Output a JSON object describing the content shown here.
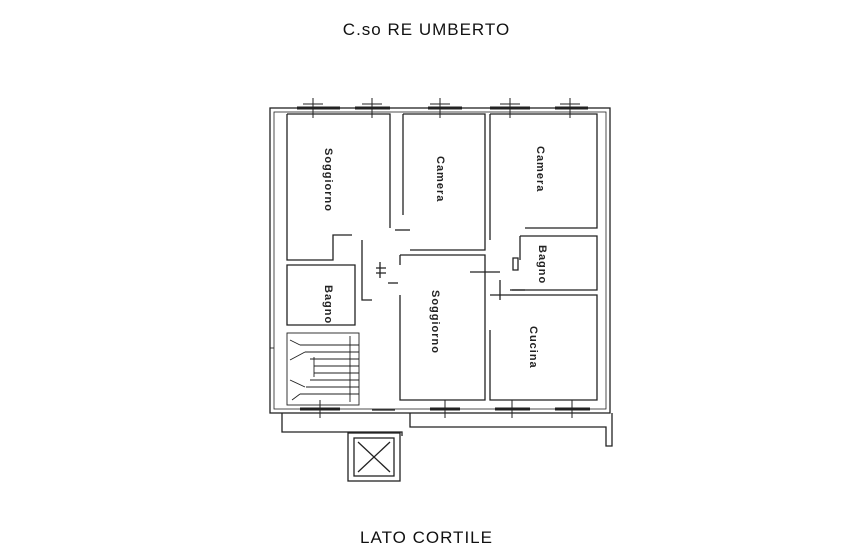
{
  "street_top": "C.so RE UMBERTO",
  "street_bottom": "LATO CORTILE",
  "rooms": {
    "soggiorno_left": "Soggiorno",
    "camera_center": "Camera",
    "camera_right": "Camera",
    "bagno_left": "Bagno",
    "soggiorno_center": "Soggiorno",
    "bagno_right": "Bagno",
    "cucina": "Cucina"
  },
  "colors": {
    "line": "#222222",
    "background": "#ffffff"
  }
}
